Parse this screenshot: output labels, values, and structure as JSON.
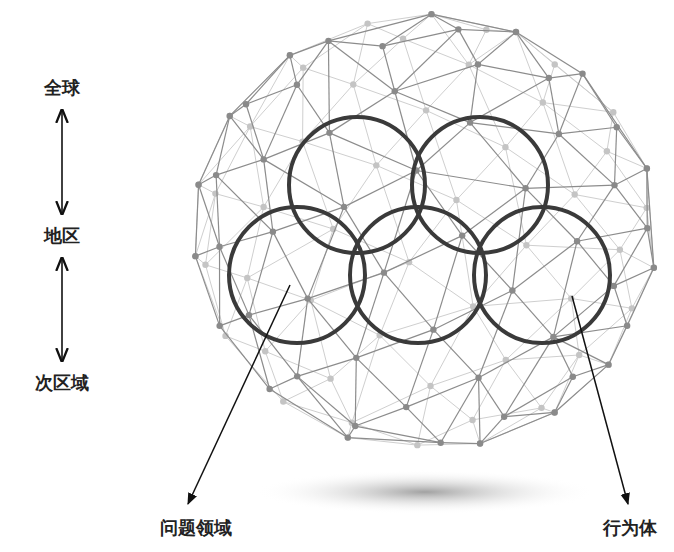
{
  "diagram": {
    "nodes": [
      {
        "text": [
          "全球"
        ]
      },
      {
        "text": [
          "地区"
        ]
      },
      {
        "text": [
          "次区域"
        ]
      }
    ],
    "edges": [
      {
        "from": 0,
        "to": 1,
        "arrow": "both"
      },
      {
        "from": 1,
        "to": 2,
        "arrow": "both"
      }
    ],
    "labels": [
      "问题领域",
      "行为体"
    ]
  }
}
